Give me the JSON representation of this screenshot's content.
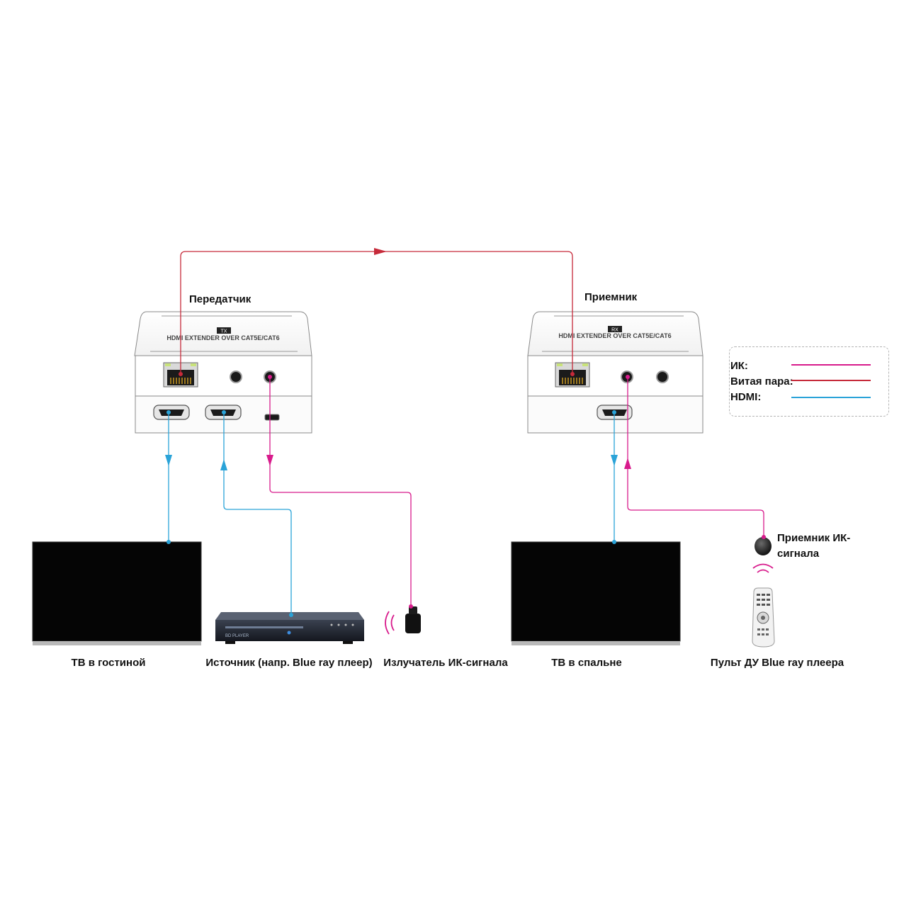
{
  "colors": {
    "ir": "#d81b8c",
    "twisted_pair": "#c62a3a",
    "hdmi": "#2aa3d8"
  },
  "labels": {
    "transmitter": "Передатчик",
    "receiver": "Приемник",
    "tv_living": "ТВ в гостиной",
    "source": "Источник (напр. Blue ray плеер)",
    "ir_emitter": "Излучатель ИК-сигнала",
    "tv_bedroom": "ТВ в спальне",
    "remote": "Пульт ДУ Blue ray плеера",
    "ir_receiver_line1": "Приемник ИК-",
    "ir_receiver_line2": "сигнала"
  },
  "devices": {
    "transmitter_model": "HDMI EXTENDER OVER CAT5E/CAT6",
    "transmitter_badge": "TX",
    "receiver_model": "HDMI EXTENDER OVER CAT5E/CAT6",
    "receiver_badge": "RX",
    "player_brand": "BD PLAYER"
  },
  "legend": {
    "ir": "ИК:",
    "twisted_pair": "Витая пара:",
    "hdmi": "HDMI:"
  }
}
